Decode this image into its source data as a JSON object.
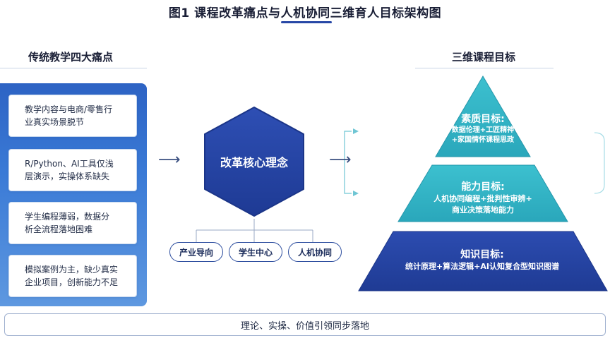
{
  "title": "图1 课程改革痛点与人机协同三维育人目标架构图",
  "left_section": {
    "heading": "传统教学四大痛点",
    "items": [
      {
        "line1": "教学内容与电商/零售行",
        "line2": "业真实场景脱节"
      },
      {
        "line1": "R/Python、AI工具仅浅",
        "line2": "层演示，实操体系缺失"
      },
      {
        "line1": "学生编程薄弱，数据分",
        "line2": "析全流程落地困难"
      },
      {
        "line1": "模拟案例为主，缺少真实",
        "line2": "企业项目，创新能力不足"
      }
    ]
  },
  "center": {
    "core": "改革核心理念",
    "pills": [
      "产业导向",
      "学生中心",
      "人机协同"
    ]
  },
  "right_section": {
    "heading": "三维课程目标",
    "tiers": [
      {
        "title": "素质目标:",
        "desc1": "数据伦理+工匠精神",
        "desc2": "+家国情怀课程思政"
      },
      {
        "title": "能力目标:",
        "desc1": "人机协同编程+批判性审辨+",
        "desc2": "商业决策落地能力"
      },
      {
        "title": "知识目标:",
        "desc1": "统计原理+算法逻辑+AI认知复合型知识图谱"
      }
    ]
  },
  "bottom": "理论、实操、价值引领同步落地",
  "colors": {
    "navy": "#2747a6",
    "teal": "#34b6c8",
    "panel_blue": "#3a7ad6"
  }
}
